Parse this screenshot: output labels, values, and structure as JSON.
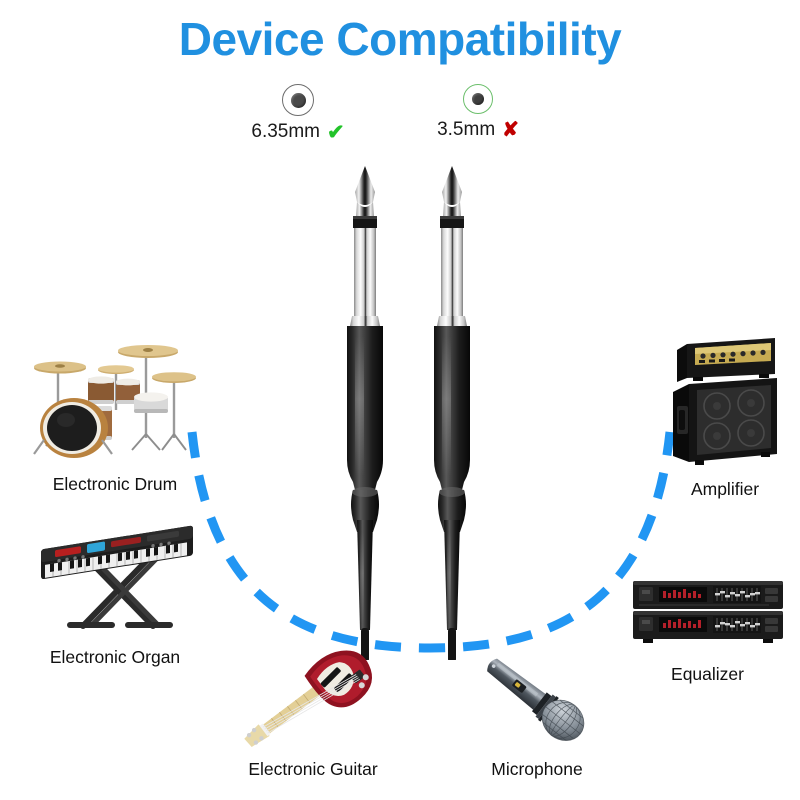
{
  "page": {
    "title": "Device Compatibility",
    "background_color": "#ffffff",
    "accent_color": "#2090e0"
  },
  "legend": {
    "items": [
      {
        "id": "jack-6-35mm",
        "label": "6.35mm",
        "mark": "✔",
        "mark_kind": "check",
        "mark_color": "#22c32a",
        "ring_color": "#6d6d6d",
        "core_color": "#4a4a4a"
      },
      {
        "id": "jack-3-5mm",
        "label": "3.5mm",
        "mark": "✘",
        "mark_kind": "cross",
        "mark_color": "#c00000",
        "ring_color": "#6bbf6b",
        "core_color": "#3f3f3f"
      }
    ]
  },
  "arc": {
    "color": "#2196f3",
    "style": "dashed",
    "stroke_width": 9,
    "dash_pattern": "26 18"
  },
  "cables": {
    "count": 2,
    "type": "6.35mm TS mono plug",
    "body_color": "#1a1a1a",
    "tip_color": "#e8e8e8",
    "items": [
      {
        "id": "cable-left",
        "name": "connector-left"
      },
      {
        "id": "cable-right",
        "name": "connector-right"
      }
    ]
  },
  "devices": [
    {
      "id": "device-drum",
      "label": "Electronic Drum",
      "side": "left"
    },
    {
      "id": "device-organ",
      "label": "Electronic Organ",
      "side": "left"
    },
    {
      "id": "device-guitar",
      "label": "Electronic Guitar",
      "side": "bottom"
    },
    {
      "id": "device-mic",
      "label": "Microphone",
      "side": "bottom"
    },
    {
      "id": "device-amp",
      "label": "Amplifier",
      "side": "right"
    },
    {
      "id": "device-eq",
      "label": "Equalizer",
      "side": "right"
    }
  ]
}
